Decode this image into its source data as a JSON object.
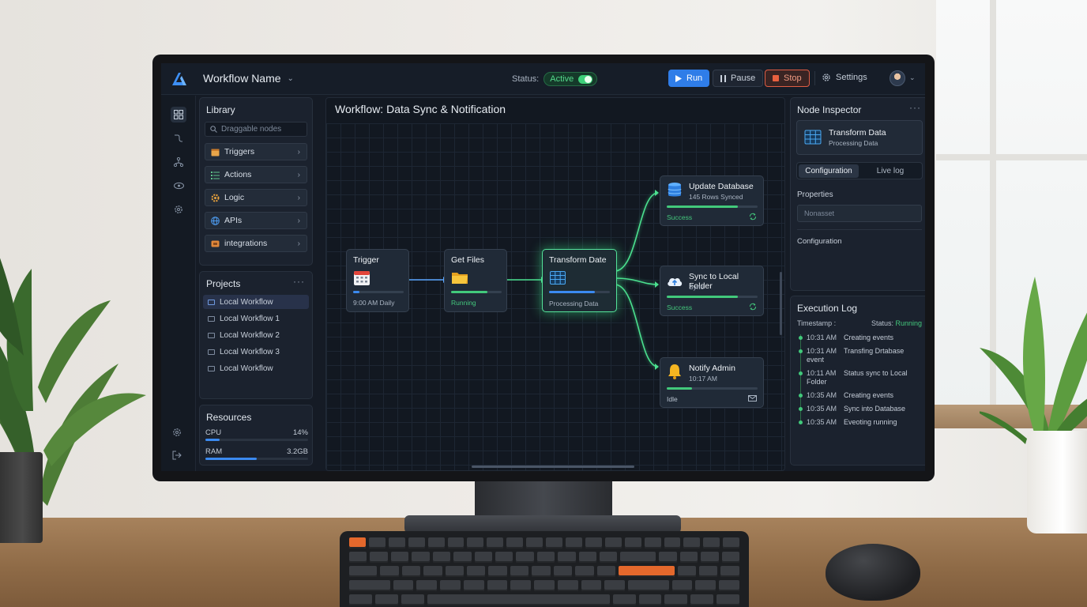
{
  "app": {
    "workflow_name": "Workflow Name",
    "status_label": "Status:",
    "status_value": "Active",
    "accent": "#2f7de8",
    "success": "#41c97b"
  },
  "toolbar": {
    "run_label": "Run",
    "pause_label": "Pause",
    "stop_label": "Stop",
    "settings_label": "Settings"
  },
  "library": {
    "title": "Library",
    "search_placeholder": "Draggable nodes",
    "items": [
      {
        "label": "Triggers",
        "icon": "calendar-icon"
      },
      {
        "label": "Actions",
        "icon": "list-icon"
      },
      {
        "label": "Logic",
        "icon": "gear-icon"
      },
      {
        "label": "APIs",
        "icon": "globe-icon"
      },
      {
        "label": "integrations",
        "icon": "plug-icon"
      }
    ]
  },
  "projects": {
    "title": "Projects",
    "items": [
      "Local Workflow",
      "Local Workflow 1",
      "Local Workflow 2",
      "Local Workflow 3",
      "Local Workflow"
    ]
  },
  "resources": {
    "title": "Resources",
    "cpu_label": "CPU",
    "cpu_value": "14%",
    "cpu_fraction": 0.14,
    "ram_label": "RAM",
    "ram_value": "3.2GB",
    "ram_fraction": 0.5
  },
  "canvas": {
    "title": "Workflow: Data Sync & Notification",
    "nodes": {
      "trigger": {
        "title": "Trigger",
        "sub": "9:00 AM Daily",
        "progress": 0.12
      },
      "get_files": {
        "title": "Get Files",
        "status": "Running",
        "progress": 0.72
      },
      "transform": {
        "title": "Transform Date",
        "sub": "Processing Data",
        "progress": 0.75
      },
      "update_db": {
        "title": "Update Database",
        "sub": "145 Rows Synced",
        "status": "Success",
        "progress": 0.78
      },
      "sync_folder": {
        "title": "Sync to Local Folder",
        "sub": "Sync",
        "status": "Success",
        "progress": 0.78
      },
      "notify": {
        "title": "Notify Admin",
        "sub": "10:17 AM",
        "status": "Idle",
        "progress": 0.28
      }
    }
  },
  "inspector": {
    "title": "Node Inspector",
    "node_title": "Transform Data",
    "node_sub": "Processing Data",
    "tab_config": "Configuration",
    "tab_live": "Live log",
    "properties_label": "Properties",
    "properties_placeholder": "Nonasset",
    "configuration_label": "Configuration"
  },
  "log": {
    "title": "Execution Log",
    "timestamp_label": "Timestamp :",
    "status_label": "Status:",
    "status_value": "Running",
    "entries": [
      {
        "time": "10:31 AM",
        "msg": "Creating events",
        "msg2": ""
      },
      {
        "time": "10:31 AM",
        "msg": "Transfing Drtabase",
        "msg2": "event"
      },
      {
        "time": "10:11 AM",
        "msg": "Status sync to Local",
        "msg2": "Folder"
      },
      {
        "time": "10:35 AM",
        "msg": "Creating events",
        "msg2": ""
      },
      {
        "time": "10:35 AM",
        "msg": "Sync into Database",
        "msg2": ""
      },
      {
        "time": "10:35 AM",
        "msg": "Eveoting running",
        "msg2": ""
      }
    ]
  }
}
